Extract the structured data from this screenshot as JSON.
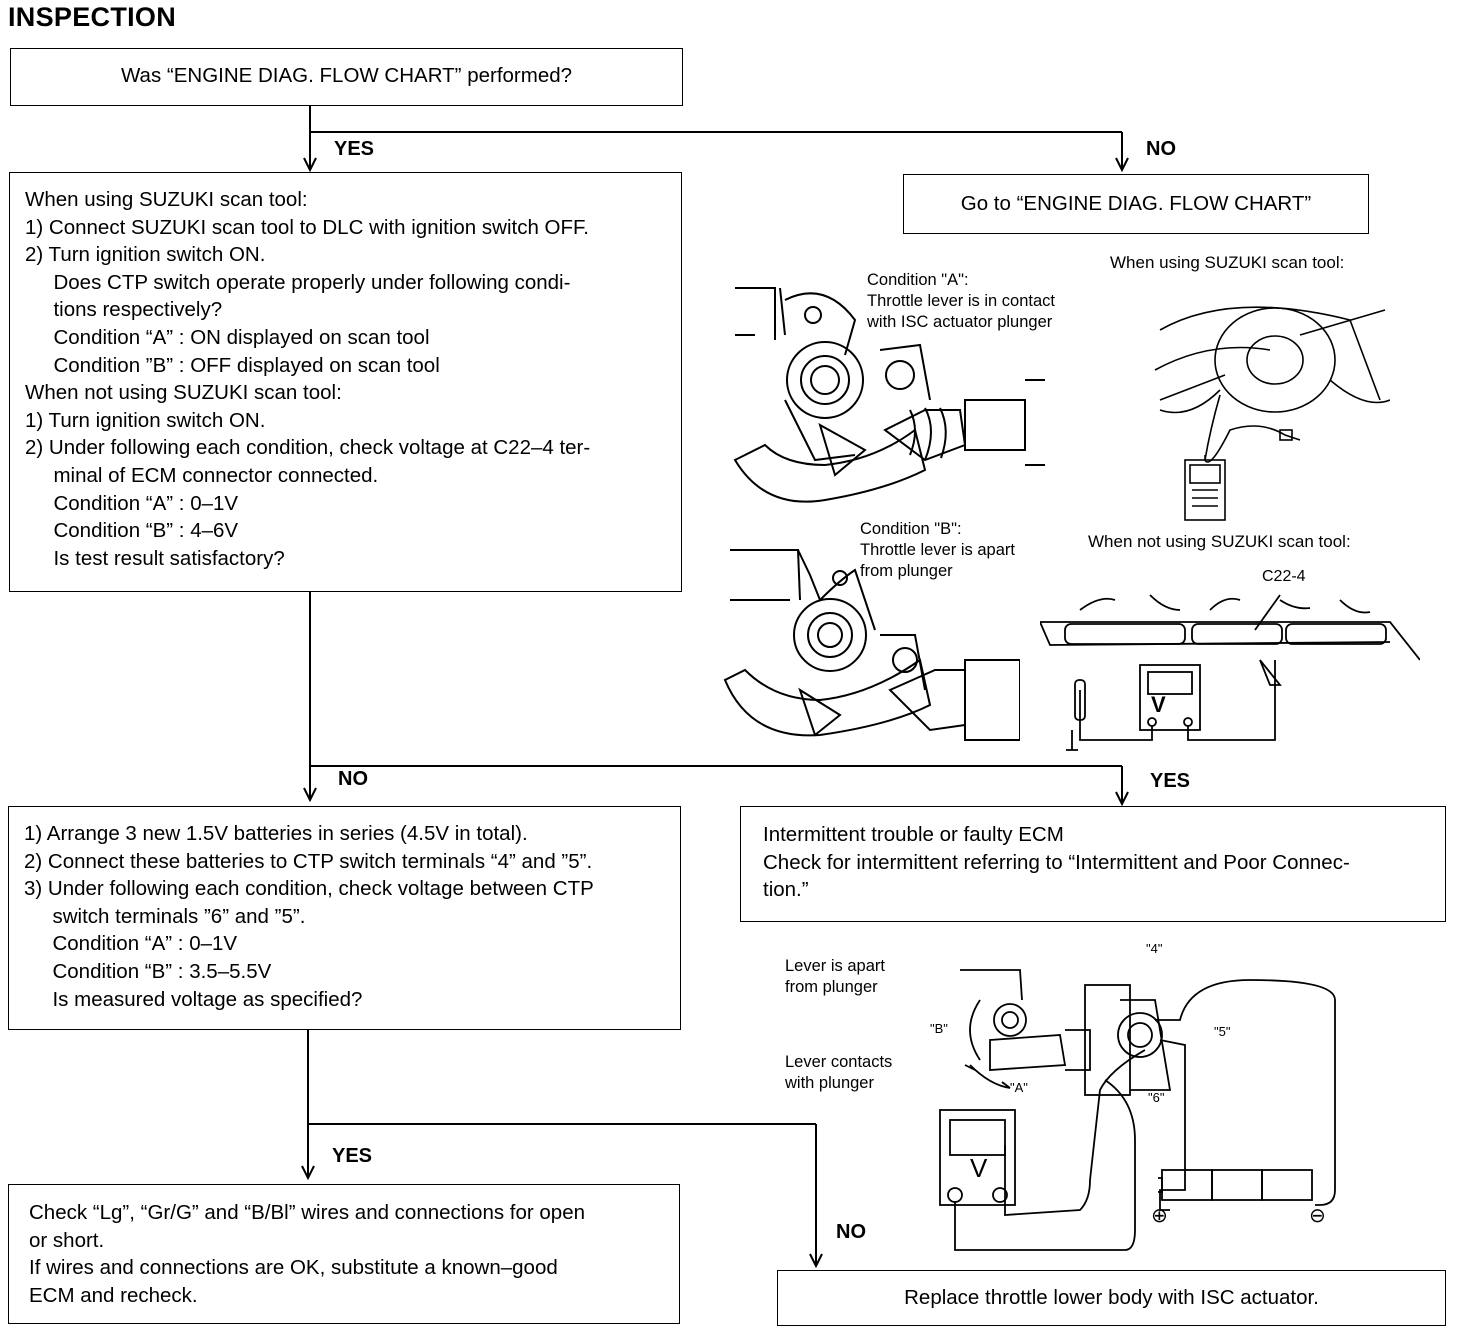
{
  "title": "INSPECTION",
  "q1": {
    "text": "Was “ENGINE DIAG. FLOW CHART” performed?"
  },
  "labels": {
    "yes1": "YES",
    "no1": "NO",
    "no2": "NO",
    "yes2": "YES",
    "yes3": "YES",
    "no3": "NO"
  },
  "step1": {
    "lines": [
      "When using SUZUKI scan tool:",
      "1) Connect SUZUKI scan tool to DLC with ignition switch OFF.",
      "2) Turn ignition switch ON.",
      "     Does CTP switch operate properly under following condi-",
      "     tions respectively?",
      "     Condition “A” : ON displayed on scan tool",
      "     Condition ”B” : OFF displayed on scan tool",
      "When not using SUZUKI scan tool:",
      "1) Turn ignition switch ON.",
      "2) Under following each condition, check voltage at C22–4 ter-",
      "     minal of ECM connector connected.",
      "     Condition “A” : 0–1V",
      "     Condition “B” : 4–6V",
      "     Is test result satisfactory?"
    ]
  },
  "goto": {
    "text": "Go to “ENGINE DIAG. FLOW CHART”"
  },
  "captions": {
    "cond_a": "Condition \"A\":\nThrottle lever is in contact\nwith ISC actuator plunger",
    "cond_b": "Condition \"B\":\nThrottle lever is apart\nfrom plunger",
    "scan_using": "When using SUZUKI scan tool:",
    "scan_not": "When not using SUZUKI scan tool:",
    "c22": "C22-4",
    "lever_apart": "Lever is apart\nfrom plunger",
    "lever_contact": "Lever contacts\nwith plunger",
    "t4": "\"4\"",
    "t5": "\"5\"",
    "t6": "\"6\"",
    "tA": "\"A\"",
    "tB": "\"B\"",
    "volt": "V",
    "plus": "⊕",
    "minus": "⊖"
  },
  "step2": {
    "lines": [
      "1) Arrange 3 new 1.5V batteries in series (4.5V in total).",
      "2) Connect these batteries to CTP switch terminals “4” and ”5”.",
      "3) Under following each condition, check voltage between CTP",
      "     switch terminals ”6” and ”5”.",
      "     Condition “A” : 0–1V",
      "     Condition “B” : 3.5–5.5V",
      "     Is measured voltage as specified?"
    ]
  },
  "intermittent": {
    "lines": [
      "Intermittent trouble or faulty ECM",
      "Check for intermittent referring to “Intermittent and Poor Connec-",
      "tion.”"
    ]
  },
  "check_wires": {
    "lines": [
      "Check “Lg”, “Gr/G” and “B/Bl” wires and connections for open",
      "or short.",
      "If wires and connections are OK, substitute a known–good",
      "ECM and recheck."
    ]
  },
  "replace": {
    "text": "Replace throttle lower body with ISC actuator."
  }
}
